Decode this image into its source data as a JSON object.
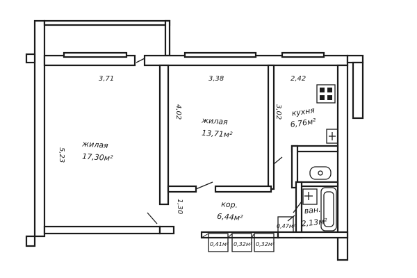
{
  "rooms": {
    "living1": {
      "name": "жилая",
      "area": "17,30м²"
    },
    "living2": {
      "name": "жилая",
      "area": "13,71м²"
    },
    "kitchen": {
      "name": "кухня",
      "area": "6,76м²"
    },
    "corridor": {
      "name": "кор.",
      "area": "6,44м²"
    },
    "bathroom": {
      "name": "ван.",
      "area": "2,13м²"
    },
    "storage1": {
      "area": "0,41м²"
    },
    "storage2": {
      "area": "0,32м²"
    },
    "storage3": {
      "area": "0,32м²"
    },
    "toilet": {
      "area": "0,47м²"
    }
  },
  "dimensions": {
    "w1": "3,71",
    "w2": "3,38",
    "w3": "2,42",
    "h1": "5,23",
    "h2": "4,02",
    "h3": "3,02",
    "c1": "1,30"
  }
}
